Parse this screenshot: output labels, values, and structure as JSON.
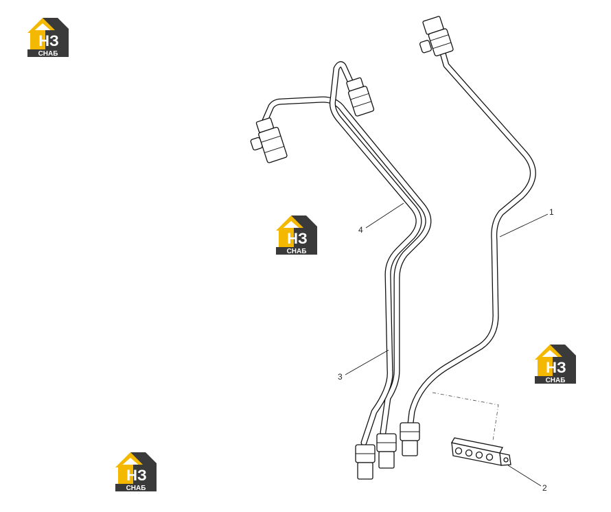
{
  "logo": {
    "monogram": "НЗ",
    "wordmark": "СНАБ",
    "colors": {
      "roof": "#f5b800",
      "body": "#3a3a3a",
      "text": "#ffffff"
    }
  },
  "callouts": [
    {
      "id": "1",
      "label": "1"
    },
    {
      "id": "2",
      "label": "2"
    },
    {
      "id": "3",
      "label": "3"
    },
    {
      "id": "4",
      "label": "4"
    }
  ],
  "colors": {
    "line": "#111111",
    "background": "#ffffff"
  }
}
